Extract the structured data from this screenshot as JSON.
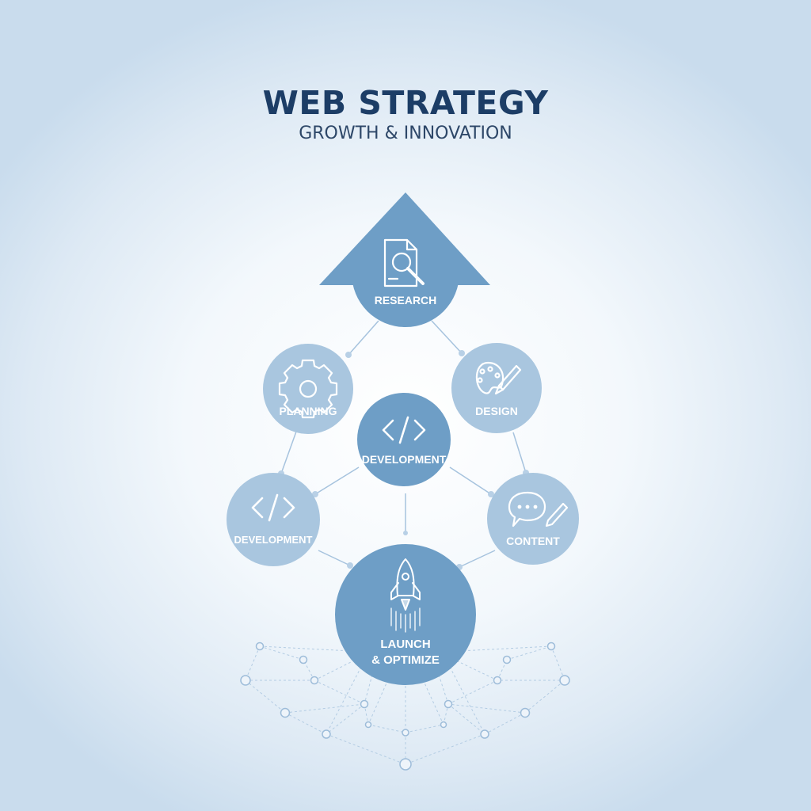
{
  "header": {
    "title": "WEB STRATEGY",
    "subtitle": "GROWTH & INNOVATION"
  },
  "nodes": {
    "research": {
      "label": "RESEARCH",
      "icon": "document-search-icon"
    },
    "planning": {
      "label": "PLANNING",
      "icon": "gear-icon"
    },
    "design": {
      "label": "DESIGN",
      "icon": "palette-brush-icon"
    },
    "development_center": {
      "label": "DEVELOPMENT",
      "icon": "code-icon"
    },
    "development_left": {
      "label": "DEVELOPMENT",
      "icon": "code-icon"
    },
    "content": {
      "label": "CONTENT",
      "icon": "chat-pencil-icon"
    },
    "launch": {
      "label_line1": "LAUNCH",
      "label_line2": "& OPTIMIZE",
      "icon": "rocket-icon"
    }
  },
  "colors": {
    "title": "#1c3d66",
    "primary_node": "#6e9ec6",
    "secondary_node": "#a9c6df",
    "connector": "#9fbedb"
  }
}
